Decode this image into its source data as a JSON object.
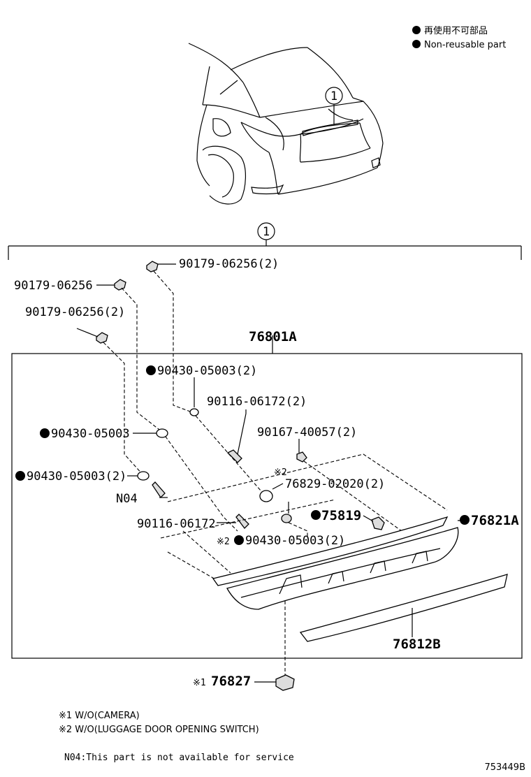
{
  "legend": {
    "jp": "再使用不可部品",
    "en": "Non-reusable part"
  },
  "callout_num": "1",
  "labels": {
    "a": "90179-06256(2)",
    "b": "90179-06256",
    "c": "90179-06256(2)",
    "d": "76801A",
    "e": "90430-05003(2)",
    "f": "90116-06172(2)",
    "g": "90430-05003",
    "h": "90167-40057(2)",
    "i_mark": "※2",
    "i": "76829-02020(2)",
    "j": "90430-05003(2)",
    "k": "N04",
    "l": "75819",
    "m": "76821A",
    "n": "90116-06172",
    "o_mark": "※2",
    "o": "90430-05003(2)",
    "p": "76812B",
    "q_mark": "※1",
    "q": "76827"
  },
  "notes": {
    "n1": "※1 W/O(CAMERA)",
    "n2": "※2 W/O(LUGGAGE DOOR OPENING SWITCH)",
    "n3": "N04:This part is not available for service"
  },
  "diagram_id": "753449B"
}
